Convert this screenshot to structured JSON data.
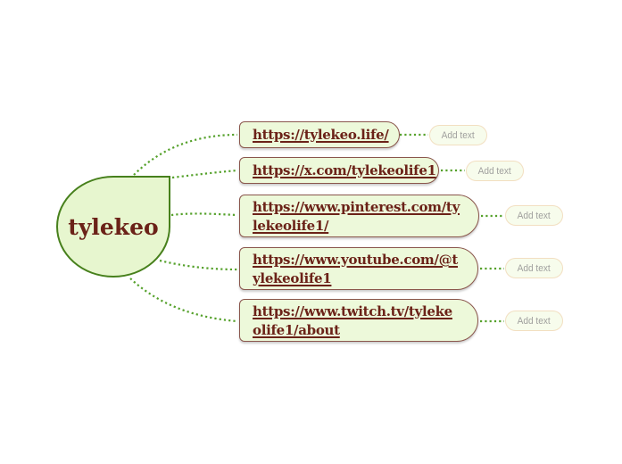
{
  "root_node": {
    "label": "tylekeo"
  },
  "branches": [
    {
      "line1": "https://tylekeo.life/",
      "line2": "",
      "url": "https://tylekeo.life/",
      "add_text_label": "Add text"
    },
    {
      "line1": "https://x.com/tylekeolife1",
      "line2": "",
      "url": "https://x.com/tylekeolife1",
      "add_text_label": "Add text"
    },
    {
      "line1": "https://www.pinterest.com/ty",
      "line2": "lekeolife1/",
      "url": "https://www.pinterest.com/tylekeolife1/",
      "add_text_label": "Add text"
    },
    {
      "line1": "https://www.youtube.com/@t",
      "line2": "ylekeolife1",
      "url": "https://www.youtube.com/@tylekeolife1",
      "add_text_label": "Add text"
    },
    {
      "line1": "https://www.twitch.tv/tyleke",
      "line2": "olife1/about",
      "url": "https://www.twitch.tv/tylekeolife1/about",
      "add_text_label": "Add text"
    }
  ],
  "colors": {
    "background": "#ffffff",
    "root_fill": "#e7f6cf",
    "root_border": "#47801c",
    "branch_fill": "#edf9da",
    "branch_border": "#8a564c",
    "url_text": "#6b2218",
    "connector": "#55a12b",
    "ghost_fill": "#f7fcec",
    "ghost_border": "#f2dfc1",
    "ghost_text": "#a0a09e"
  }
}
